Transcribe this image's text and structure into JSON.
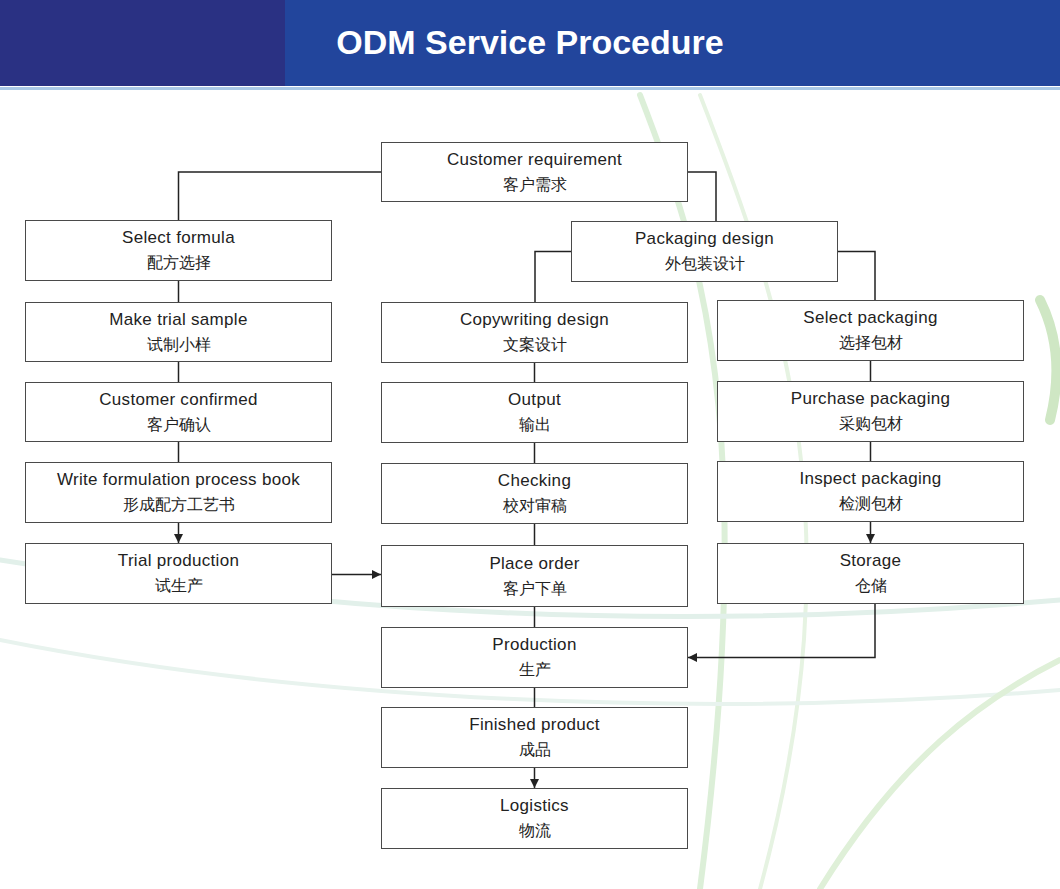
{
  "diagram": {
    "title": "ODM Service Procedure",
    "nodes": [
      {
        "text": [
          "Customer requirement",
          "客户需求"
        ]
      },
      {
        "text": [
          "Select formula",
          "配方选择"
        ]
      },
      {
        "text": [
          "Make trial sample",
          "试制小样"
        ]
      },
      {
        "text": [
          "Customer confirmed",
          "客户确认"
        ]
      },
      {
        "text": [
          "Write formulation process book",
          "形成配方工艺书"
        ]
      },
      {
        "text": [
          "Trial production",
          "试生产"
        ]
      },
      {
        "text": [
          "Packaging design",
          "外包装设计"
        ]
      },
      {
        "text": [
          "Copywriting design",
          "文案设计"
        ]
      },
      {
        "text": [
          "Output",
          "输出"
        ]
      },
      {
        "text": [
          "Checking",
          "校对审稿"
        ]
      },
      {
        "text": [
          "Place order",
          "客户下单"
        ]
      },
      {
        "text": [
          "Select packaging",
          "选择包材"
        ]
      },
      {
        "text": [
          "Purchase packaging",
          "采购包材"
        ]
      },
      {
        "text": [
          "Inspect packaging",
          "检测包材"
        ]
      },
      {
        "text": [
          "Storage",
          "仓储"
        ]
      },
      {
        "text": [
          "Production",
          "生产"
        ]
      },
      {
        "text": [
          "Finished product",
          "成品"
        ]
      },
      {
        "text": [
          "Logistics",
          "物流"
        ]
      }
    ],
    "edges": [
      {
        "from": 0,
        "to": 1,
        "arrow": "none"
      },
      {
        "from": 0,
        "to": 6,
        "arrow": "none"
      },
      {
        "from": 1,
        "to": 2,
        "arrow": "none"
      },
      {
        "from": 2,
        "to": 3,
        "arrow": "none"
      },
      {
        "from": 3,
        "to": 4,
        "arrow": "none"
      },
      {
        "from": 4,
        "to": 5,
        "arrow": "to"
      },
      {
        "from": 5,
        "to": 10,
        "arrow": "to"
      },
      {
        "from": 6,
        "to": 7,
        "arrow": "none"
      },
      {
        "from": 6,
        "to": 11,
        "arrow": "none"
      },
      {
        "from": 7,
        "to": 8,
        "arrow": "none"
      },
      {
        "from": 8,
        "to": 9,
        "arrow": "none"
      },
      {
        "from": 9,
        "to": 10,
        "arrow": "none"
      },
      {
        "from": 10,
        "to": 15,
        "arrow": "none"
      },
      {
        "from": 11,
        "to": 12,
        "arrow": "none"
      },
      {
        "from": 12,
        "to": 13,
        "arrow": "none"
      },
      {
        "from": 13,
        "to": 14,
        "arrow": "to"
      },
      {
        "from": 14,
        "to": 15,
        "arrow": "to"
      },
      {
        "from": 15,
        "to": 16,
        "arrow": "none"
      },
      {
        "from": 16,
        "to": 17,
        "arrow": "to"
      }
    ]
  }
}
